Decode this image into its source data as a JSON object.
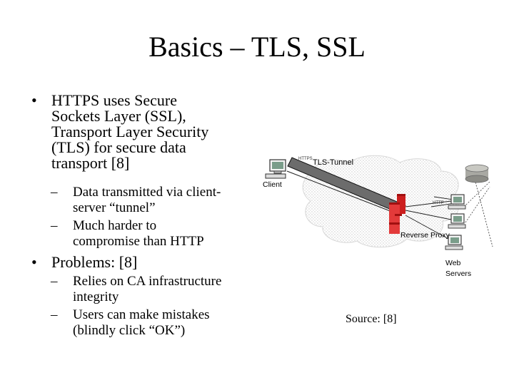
{
  "slide": {
    "title": "Basics – TLS, SSL",
    "bullets": [
      {
        "marker": "•",
        "lines": [
          "HTTPS uses Secure",
          "Sockets Layer (SSL),",
          "Transport Layer Security",
          "(TLS) for secure data",
          "transport [8]"
        ],
        "subs": [
          {
            "marker": "–",
            "lines": [
              "Data transmitted via client-",
              "server “tunnel”"
            ]
          },
          {
            "marker": "–",
            "lines": [
              "Much harder to",
              "compromise than HTTP"
            ]
          }
        ]
      },
      {
        "marker": "•",
        "lines": [
          "Problems: [8]"
        ],
        "subs": [
          {
            "marker": "–",
            "lines": [
              "Relies on CA infrastructure",
              "integrity"
            ]
          },
          {
            "marker": "–",
            "lines": [
              "Users can make mistakes",
              "(blindly click “OK”)"
            ]
          }
        ]
      }
    ],
    "source": "Source: [8]"
  },
  "diagram": {
    "client_label": "Client",
    "tunnel_label": "TLS-Tunnel",
    "tunnel_prefix": "HTTPS",
    "proxy_label": "Reverse Proxy",
    "http_label": "HTTP",
    "servers_label_1": "Web",
    "servers_label_2": "Servers"
  }
}
